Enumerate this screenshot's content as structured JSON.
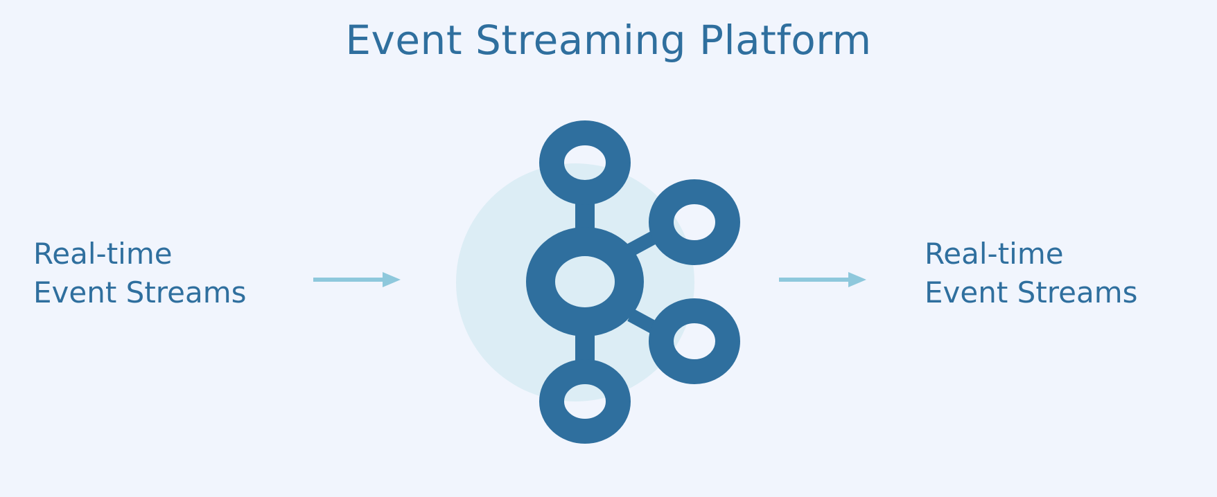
{
  "title": "Event Streaming Platform",
  "input": {
    "line1": "Real-time",
    "line2": "Event Streams"
  },
  "output": {
    "line1": "Real-time",
    "line2": "Event Streams"
  },
  "colors": {
    "background": "#f1f5fd",
    "primary": "#2f6f9e",
    "arrow": "#8ec8dc",
    "halo": "#dcedf5"
  },
  "icon": "kafka-cluster-icon"
}
